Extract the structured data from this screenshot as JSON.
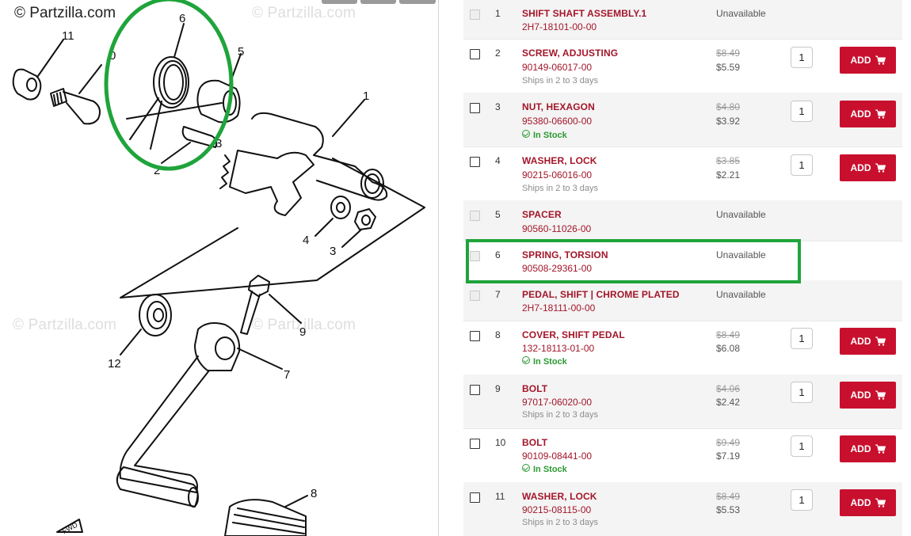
{
  "diagram": {
    "brand": "© Partzilla.com",
    "watermarks": [
      "© Partzilla.com",
      "© Partzilla.com",
      "© Partzilla.com"
    ],
    "callouts": [
      "11",
      "0",
      "6",
      "5",
      "1",
      "3",
      "2",
      "4",
      "3",
      "9",
      "12",
      "7",
      "8",
      "FWD"
    ]
  },
  "parts_table": {
    "add_label": "ADD",
    "rows": [
      {
        "num": "1",
        "name": "SHIFT SHAFT ASSEMBLY.1",
        "part_no": "2H7-18101-00-00",
        "status": "Unavailable",
        "available": false
      },
      {
        "num": "2",
        "name": "SCREW, ADJUSTING",
        "part_no": "90149-06017-00",
        "msrp": "$8.49",
        "price": "$5.59",
        "ship": "Ships in 2 to 3 days",
        "qty": "1",
        "available": true
      },
      {
        "num": "3",
        "name": "NUT, HEXAGON",
        "part_no": "95380-06600-00",
        "msrp": "$4.80",
        "price": "$3.92",
        "ship": "In Stock",
        "qty": "1",
        "available": true,
        "in_stock": true
      },
      {
        "num": "4",
        "name": "WASHER, LOCK",
        "part_no": "90215-06016-00",
        "msrp": "$3.85",
        "price": "$2.21",
        "ship": "Ships in 2 to 3 days",
        "qty": "1",
        "available": true
      },
      {
        "num": "5",
        "name": "SPACER",
        "part_no": "90560-11026-00",
        "status": "Unavailable",
        "available": false
      },
      {
        "num": "6",
        "name": "SPRING, TORSION",
        "part_no": "90508-29361-00",
        "status": "Unavailable",
        "available": false
      },
      {
        "num": "7",
        "name": "PEDAL, SHIFT | CHROME PLATED",
        "part_no": "2H7-18111-00-00",
        "status": "Unavailable",
        "available": false
      },
      {
        "num": "8",
        "name": "COVER, SHIFT PEDAL",
        "part_no": "132-18113-01-00",
        "msrp": "$8.49",
        "price": "$6.08",
        "ship": "In Stock",
        "qty": "1",
        "available": true,
        "in_stock": true
      },
      {
        "num": "9",
        "name": "BOLT",
        "part_no": "97017-06020-00",
        "msrp": "$4.06",
        "price": "$2.42",
        "ship": "Ships in 2 to 3 days",
        "qty": "1",
        "available": true
      },
      {
        "num": "10",
        "name": "BOLT",
        "part_no": "90109-08441-00",
        "msrp": "$9.49",
        "price": "$7.19",
        "ship": "In Stock",
        "qty": "1",
        "available": true,
        "in_stock": true
      },
      {
        "num": "11",
        "name": "WASHER, LOCK",
        "part_no": "90215-08115-00",
        "msrp": "$8.49",
        "price": "$5.53",
        "ship": "Ships in 2 to 3 days",
        "qty": "1",
        "available": true
      }
    ]
  },
  "colors": {
    "accent_red": "#c8102e",
    "part_text_red": "#a3162a",
    "highlight_green": "#1fa43b",
    "in_stock_green": "#2c9a32"
  }
}
